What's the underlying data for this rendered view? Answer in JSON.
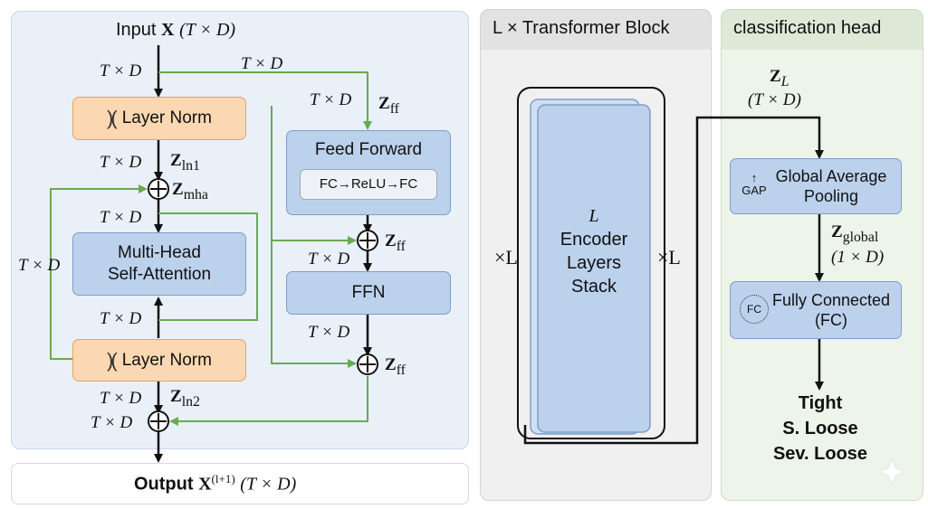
{
  "left_panel": {
    "input_prefix": "Input",
    "input_math": "X",
    "input_dims": "(T × D)",
    "layer_norm_top": "Layer Norm",
    "layer_norm_bottom": "Layer Norm",
    "mha_line1": "Multi-Head",
    "mha_line2": "Self-Attention",
    "feed_forward_title": "Feed Forward",
    "feed_forward_inner": "FC→ReLU→FC",
    "ffn": "FFN",
    "dim_label": "T × D",
    "z_ln1": "Z",
    "z_ln1_sub": "ln1",
    "z_mha": "Z",
    "z_mha_sub": "mha",
    "z_ff": "Z",
    "z_ff_sub": "ff",
    "z_ln2": "Z",
    "z_ln2_sub": "ln2"
  },
  "output": {
    "prefix": "Output",
    "math": "X",
    "superscript": "(l+1)",
    "dims": "(T × D)"
  },
  "middle_panel": {
    "title": "L × Transformer Block",
    "stack_line1": "L",
    "stack_line2": "Encoder",
    "stack_line3": "Layers",
    "stack_line4": "Stack",
    "repeat_left": "×L",
    "repeat_right": "×L"
  },
  "right_panel": {
    "title": "classification head",
    "zl": "Z",
    "zl_sub": "L",
    "zl_dims": "(T × D)",
    "gap_icon_text": "GAP",
    "gap_line1": "Global Average",
    "gap_line2": "Pooling",
    "zglobal": "Z",
    "zglobal_sub": "global",
    "zglobal_dims": "(1 × D)",
    "fc_icon_text": "FC",
    "fc_line1": "Fully Connected",
    "fc_line2": "(FC)",
    "classes": [
      "Tight",
      "S. Loose",
      "Sev. Loose"
    ]
  },
  "colors": {
    "green_residual": "#6aaa4f",
    "black_flow": "#111111",
    "norm_fill": "#fbd8b2",
    "block_fill": "#bcd1ec"
  },
  "icons": [
    "layer-norm-icon",
    "gap-icon",
    "fc-icon",
    "sparkle-icon",
    "plus-circle-icon"
  ]
}
